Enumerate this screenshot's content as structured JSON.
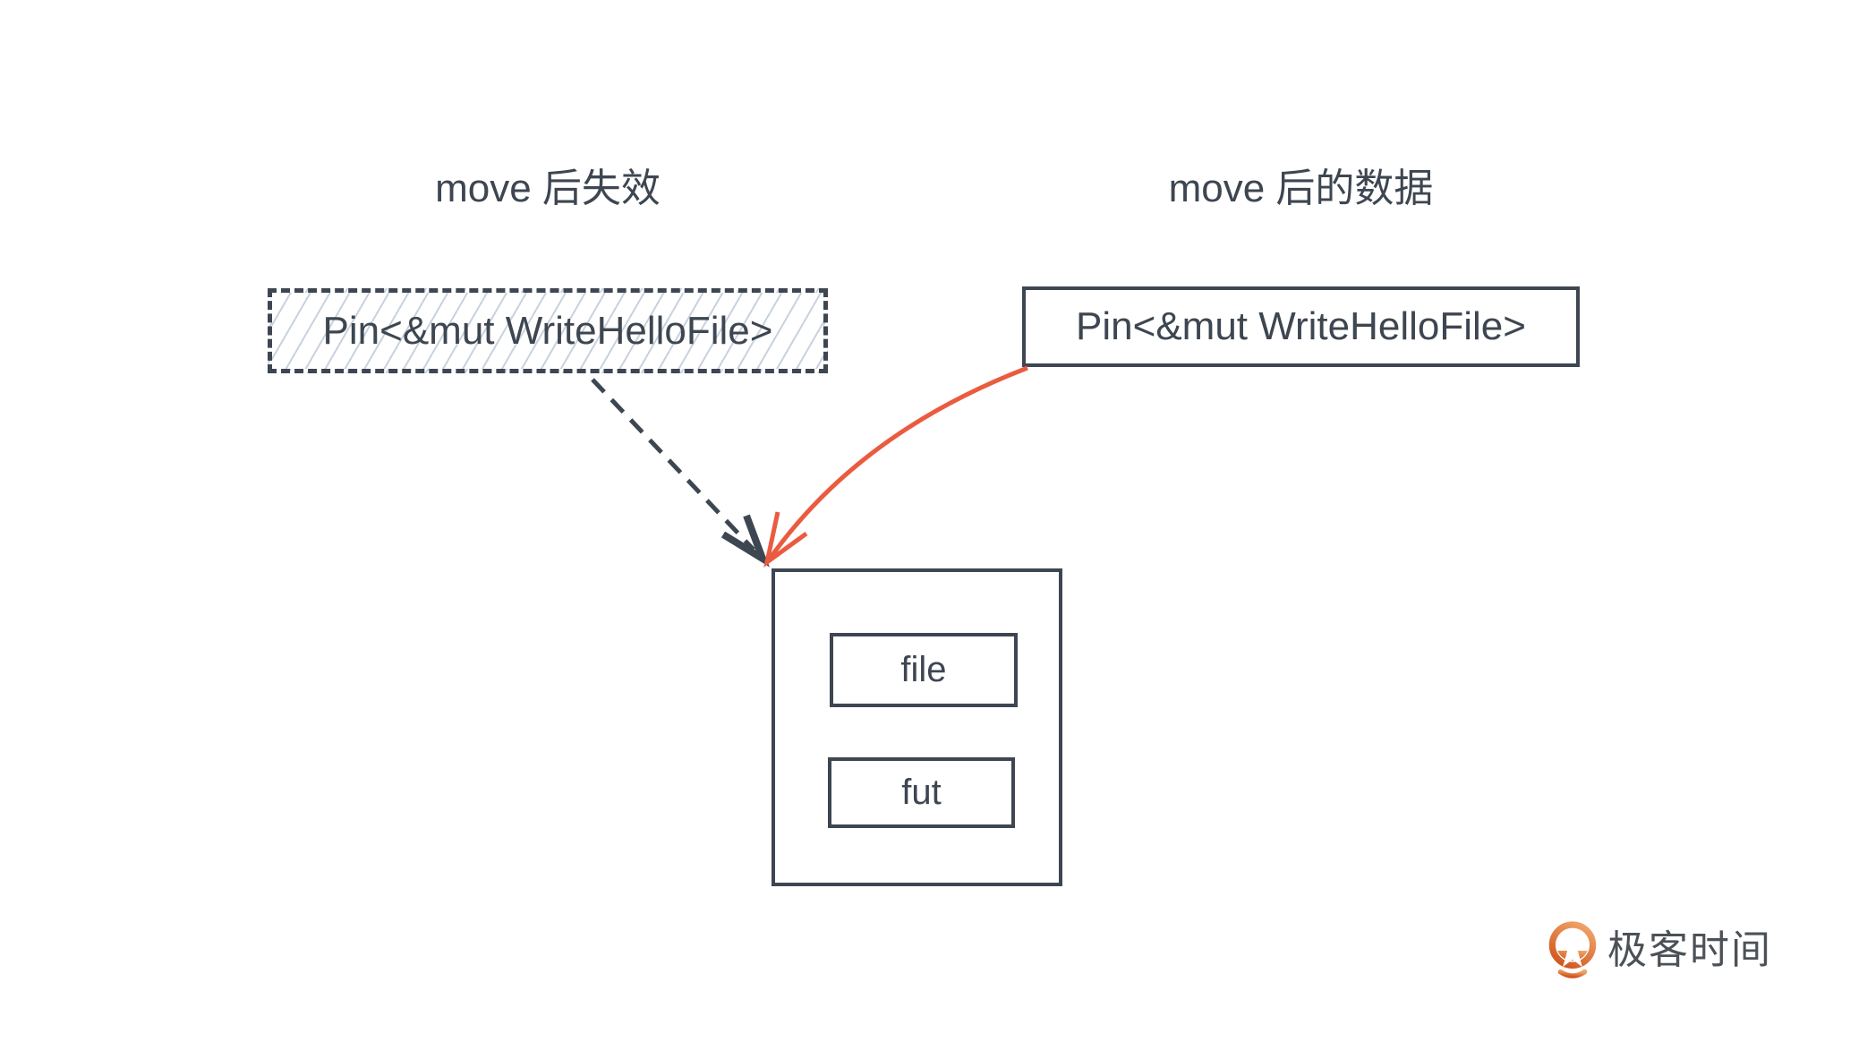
{
  "titles": {
    "left": "move 后失效",
    "right": "move 后的数据"
  },
  "pointer_boxes": {
    "invalid": {
      "label": "Pin<&mut WriteHelloFile>"
    },
    "moved": {
      "label": "Pin<&mut WriteHelloFile>"
    }
  },
  "struct_box": {
    "fields": [
      {
        "label": "file"
      },
      {
        "label": "fut"
      }
    ]
  },
  "logo": {
    "brand": "极客时间"
  },
  "colors": {
    "ink": "#3d4651",
    "arrow_red": "#ea5b40",
    "hatch_line": "#c9d2dd",
    "logo_orange_dark": "#d0571f",
    "logo_orange_light": "#f0a468",
    "logo_text": "#4b5157"
  }
}
